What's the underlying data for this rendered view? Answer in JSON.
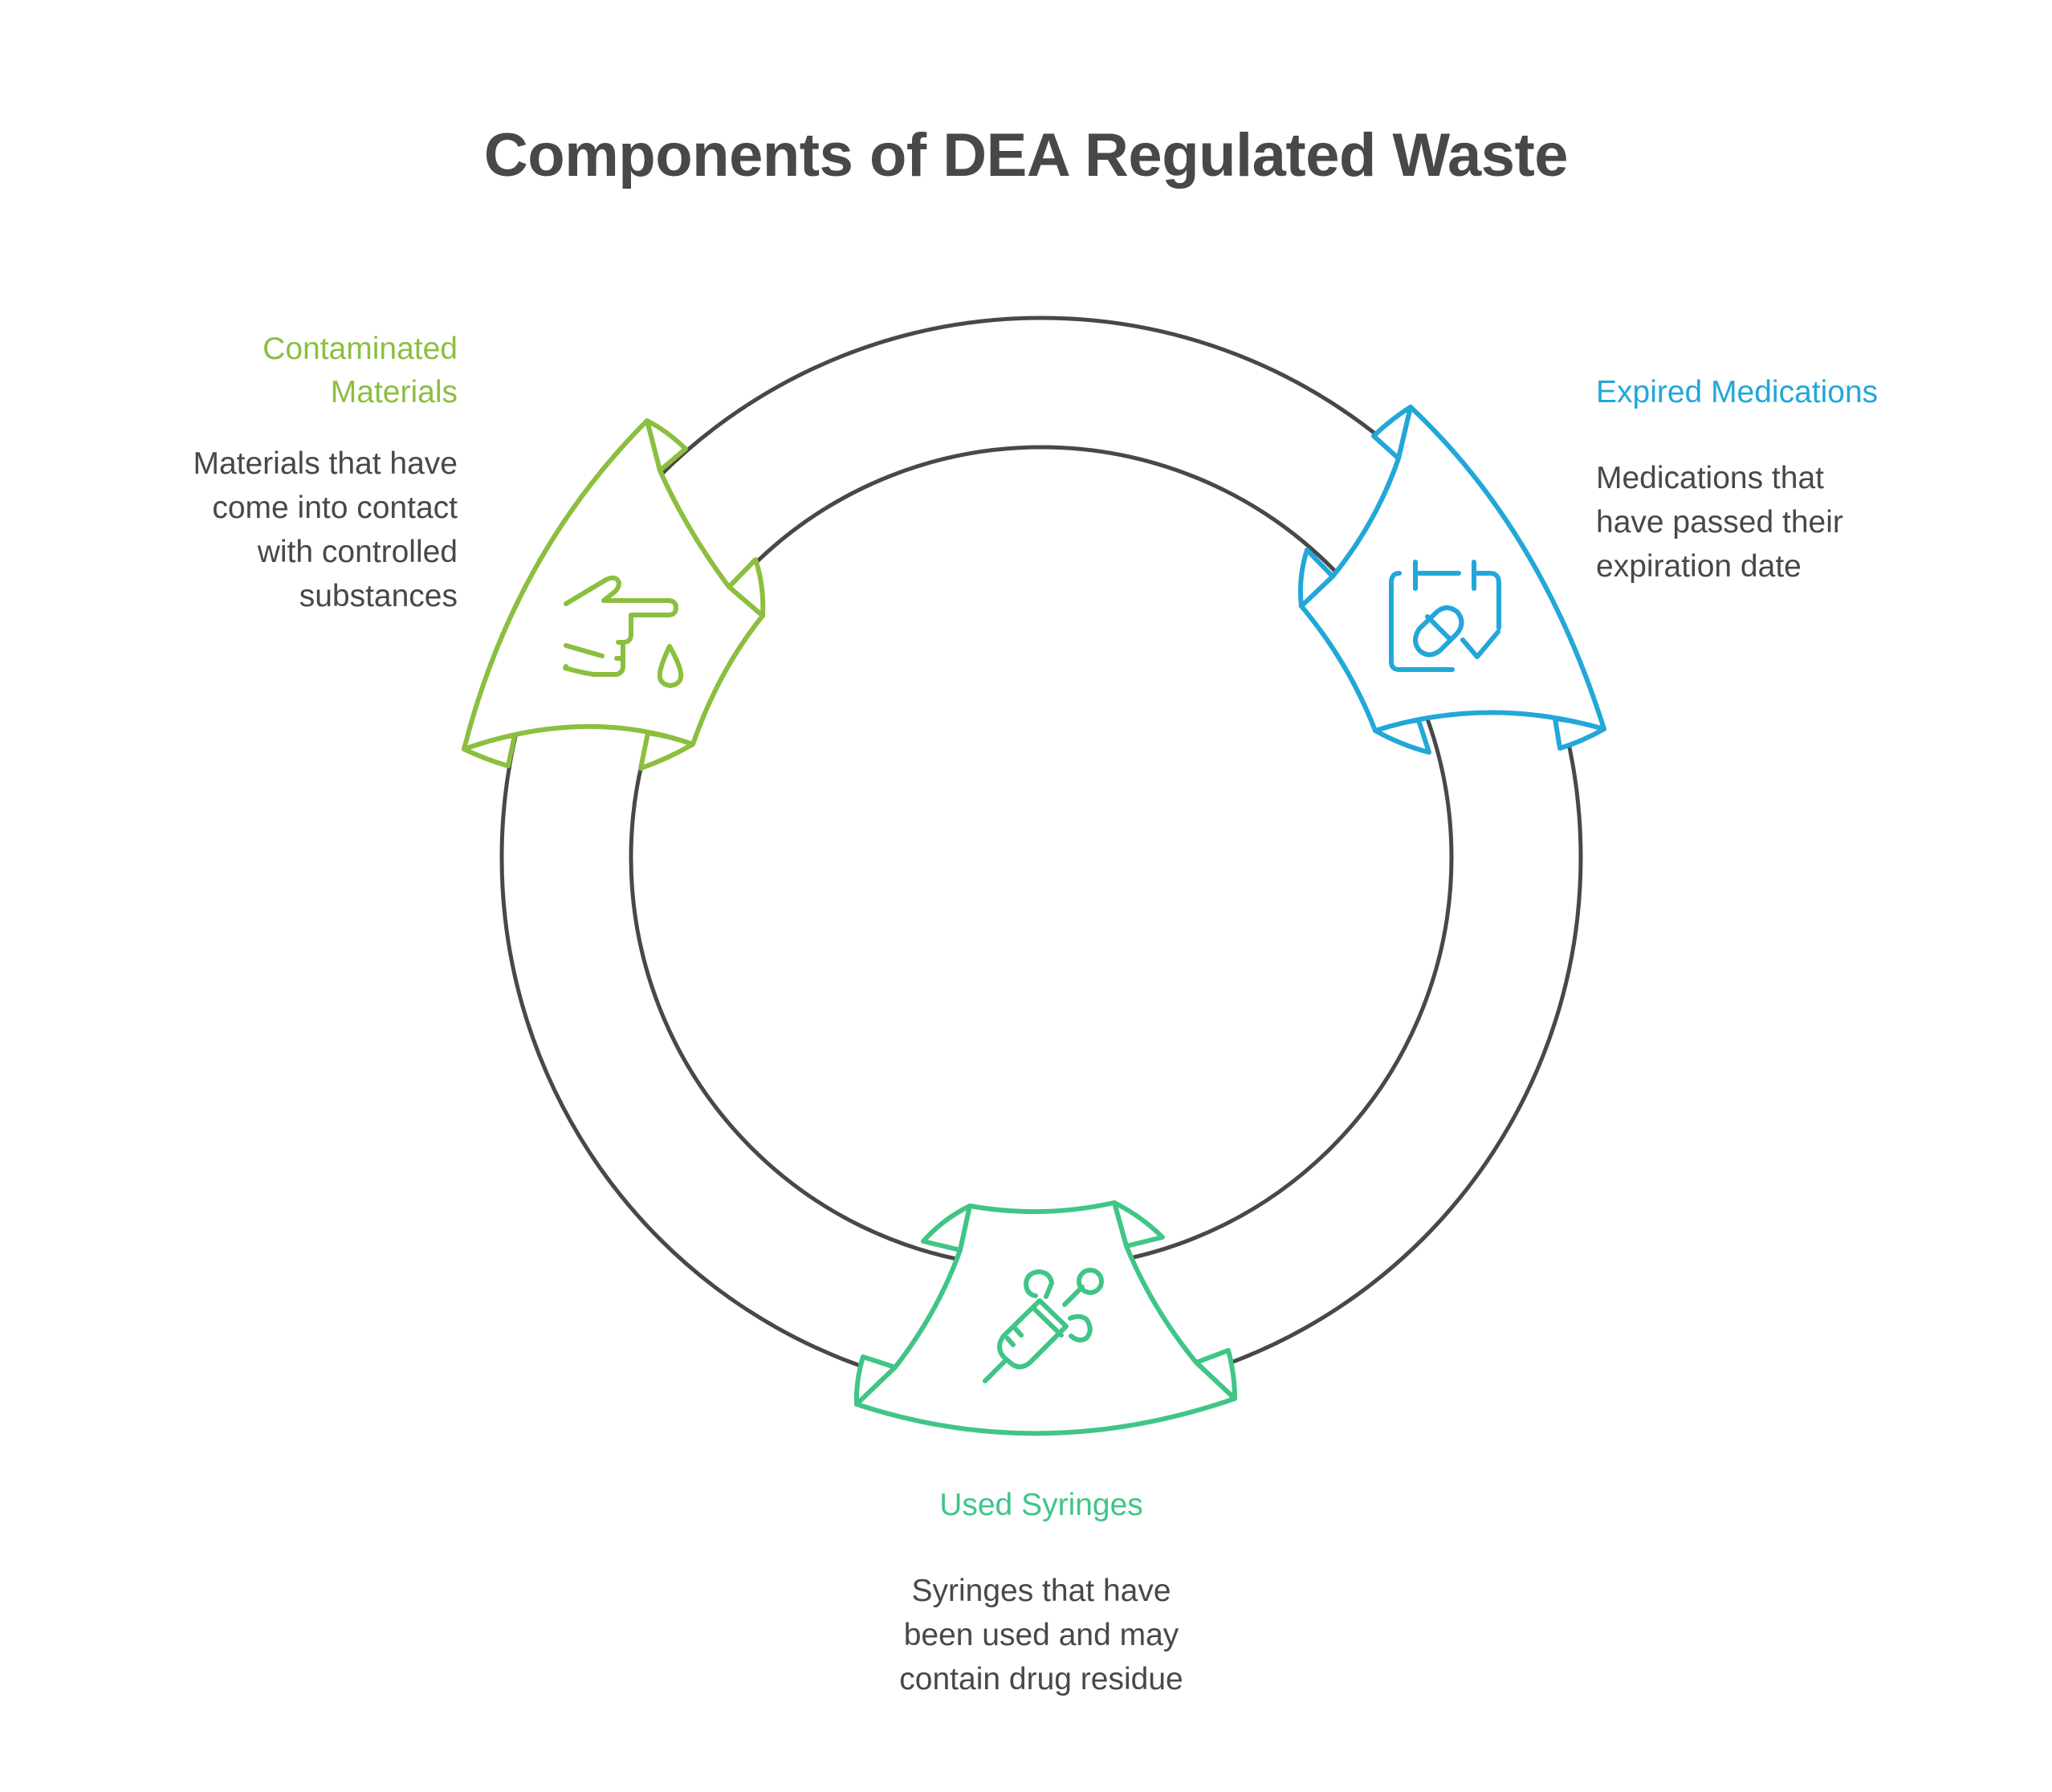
{
  "title": "Components of DEA Regulated Waste",
  "colors": {
    "ring": "#484848",
    "text": "#484848",
    "contaminated": "#8BBF3F",
    "expired": "#22A7D8",
    "syringes": "#40C587"
  },
  "components": [
    {
      "id": "contaminated-materials",
      "title_lines": [
        "Contaminated",
        "Materials"
      ],
      "description_lines": [
        "Materials that have",
        "come into contact",
        "with controlled",
        "substances"
      ],
      "icon": "hand-pointing-drop-icon",
      "position": "left"
    },
    {
      "id": "expired-medications",
      "title_lines": [
        "Expired Medications"
      ],
      "description_lines": [
        "Medications that",
        "have passed their",
        "expiration date"
      ],
      "icon": "calendar-pill-check-icon",
      "position": "right"
    },
    {
      "id": "used-syringes",
      "title_lines": [
        "Used Syringes"
      ],
      "description_lines": [
        "Syringes that have",
        "been used and may",
        "contain drug residue"
      ],
      "icon": "syringe-icon",
      "position": "bottom"
    }
  ]
}
